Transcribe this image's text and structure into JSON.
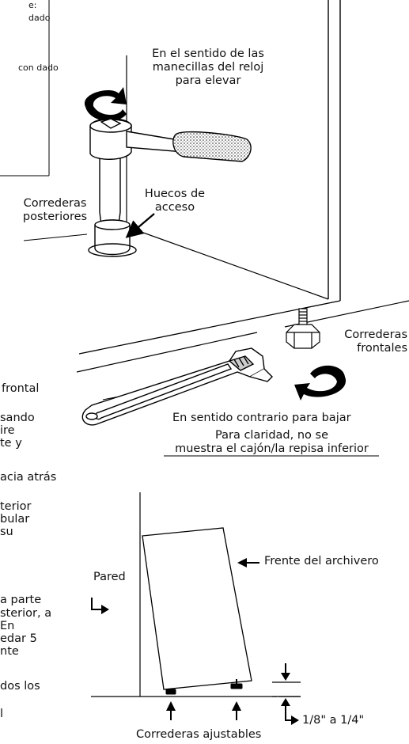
{
  "top_box": {
    "line1": "e:",
    "line2": "dado",
    "line3": "con dado"
  },
  "illustration": {
    "clockwise_label": [
      "En el sentido de las",
      "manecillas del reloj",
      "para elevar"
    ],
    "access_holes_label": [
      "Huecos de",
      "acceso"
    ],
    "rear_glides_label": [
      "Correderas",
      "posteriores"
    ],
    "front_glides_label": [
      "Correderas",
      "frontales"
    ],
    "counterclockwise_label": "En sentido contrario para bajar",
    "clarity_note": [
      "Para claridad, no se",
      "muestra el cajón/la repisa inferior"
    ]
  },
  "left_fragments": [
    "frontal",
    "sando",
    "ire",
    "te y",
    "acia atrás",
    "terior",
    "bular",
    "su",
    "a parte",
    "sterior, a",
    "En",
    "edar 5",
    "nte",
    "dos los",
    "l"
  ],
  "tilt_diagram": {
    "wall_label": "Pared",
    "cabinet_front_label": "Frente del archivero",
    "gap_label": "1/8\" a 1/4\"",
    "adjustable_glides_label": "Correderas ajustables"
  }
}
